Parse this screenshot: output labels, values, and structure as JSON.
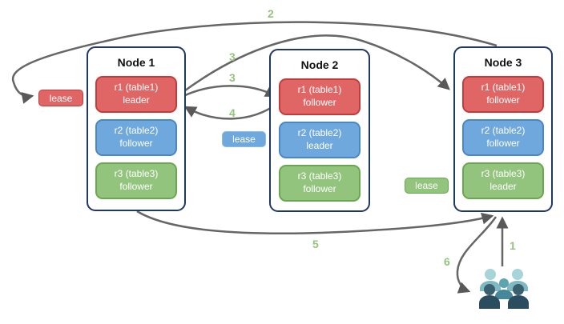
{
  "nodes": [
    {
      "title": "Node 1",
      "replicas": [
        {
          "name": "r1 (table1)",
          "role": "leader",
          "color": "#e06666"
        },
        {
          "name": "r2 (table2)",
          "role": "follower",
          "color": "#6fa8dc"
        },
        {
          "name": "r3 (table3)",
          "role": "follower",
          "color": "#93c47d"
        }
      ]
    },
    {
      "title": "Node 2",
      "replicas": [
        {
          "name": "r1 (table1)",
          "role": "follower",
          "color": "#e06666"
        },
        {
          "name": "r2 (table2)",
          "role": "leader",
          "color": "#6fa8dc"
        },
        {
          "name": "r3 (table3)",
          "role": "follower",
          "color": "#93c47d"
        }
      ]
    },
    {
      "title": "Node 3",
      "replicas": [
        {
          "name": "r1 (table1)",
          "role": "follower",
          "color": "#e06666"
        },
        {
          "name": "r2 (table2)",
          "role": "follower",
          "color": "#6fa8dc"
        },
        {
          "name": "r3 (table3)",
          "role": "leader",
          "color": "#93c47d"
        }
      ]
    }
  ],
  "leases": {
    "red": {
      "label": "lease",
      "color": "#e06666"
    },
    "blue": {
      "label": "lease",
      "color": "#6fa8dc"
    },
    "green": {
      "label": "lease",
      "color": "#93c47d"
    }
  },
  "steps": {
    "s1": "1",
    "s2": "2",
    "s3a": "3",
    "s3b": "3",
    "s4": "4",
    "s5": "5",
    "s6": "6"
  },
  "icons": {
    "users_group": "users-group-icon"
  },
  "colors": {
    "node_border": "#1f3864",
    "arrow": "#666666",
    "step_label": "#93c47d",
    "replica_red": "#e06666",
    "replica_blue": "#6fa8dc",
    "replica_green": "#93c47d",
    "users_light": "#a7d4d9",
    "users_medium": "#5fa2b0",
    "users_dark": "#2b4d60"
  }
}
